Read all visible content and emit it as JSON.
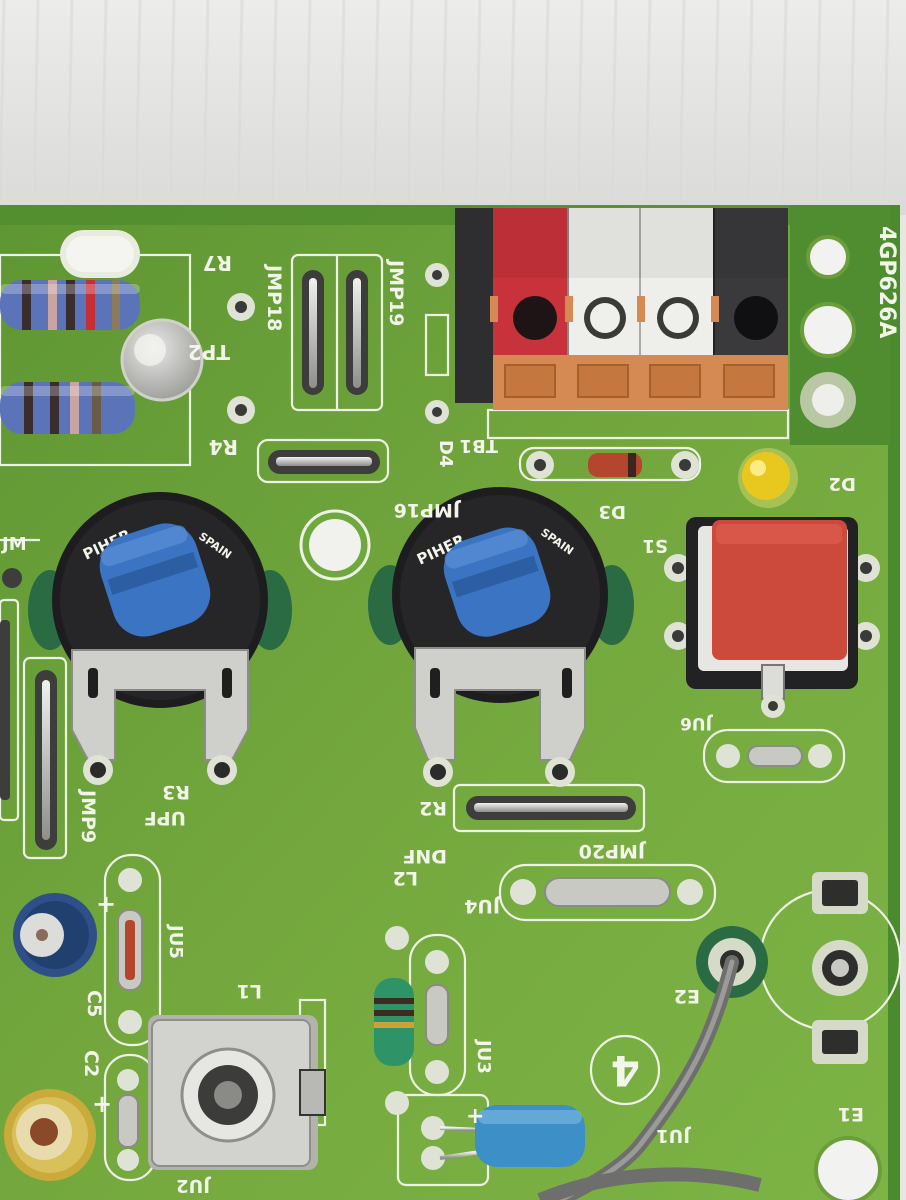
{
  "board_id": "4GP626A",
  "labels": {
    "r7": "R7",
    "r4": "R4",
    "tp2": "TP2",
    "jmp18": "JMP18",
    "jmp19": "JMP19",
    "jmp16": "JMP16",
    "d4": "D4",
    "tb1": "TB1",
    "d3": "D3",
    "d2": "D2",
    "s1": "S1",
    "jm_partial": "JM",
    "ju6": "JU6",
    "ju4": "JU4",
    "ju3": "JU3",
    "ju5": "JU5",
    "ju1": "JU1",
    "ju2": "JU2",
    "jmp9": "JMP9",
    "jmp20": "JMP20",
    "r3": "R3",
    "upf": "UPF",
    "r2": "R2",
    "dnf": "DNF",
    "l1": "L1",
    "l2": "L2",
    "c5": "C5",
    "c2": "C2",
    "e1": "E1",
    "e2": "E2",
    "plus_c5": "+",
    "plus_c2": "+",
    "plus_ju1": "+",
    "badge": "4"
  },
  "trimmers": [
    {
      "brand": "PIHER",
      "tag": "SPAIN",
      "ref": "R3"
    },
    {
      "brand": "PIHER",
      "tag": "SPAIN",
      "ref": "R2"
    }
  ],
  "colors": {
    "background": "#e6e6e4",
    "pcb": "#6fa33c",
    "silkscreen": "#f2f5ea",
    "resistor_body": "#5b73b8",
    "trimmer_knob": "#3b74c2",
    "button_cap": "#cc4a3c",
    "led": "#e8c81e",
    "terminal_red": "#c8323a",
    "terminal_white": "#eeeeea",
    "terminal_black": "#2e2e30",
    "terminal_orange": "#d48a52"
  }
}
